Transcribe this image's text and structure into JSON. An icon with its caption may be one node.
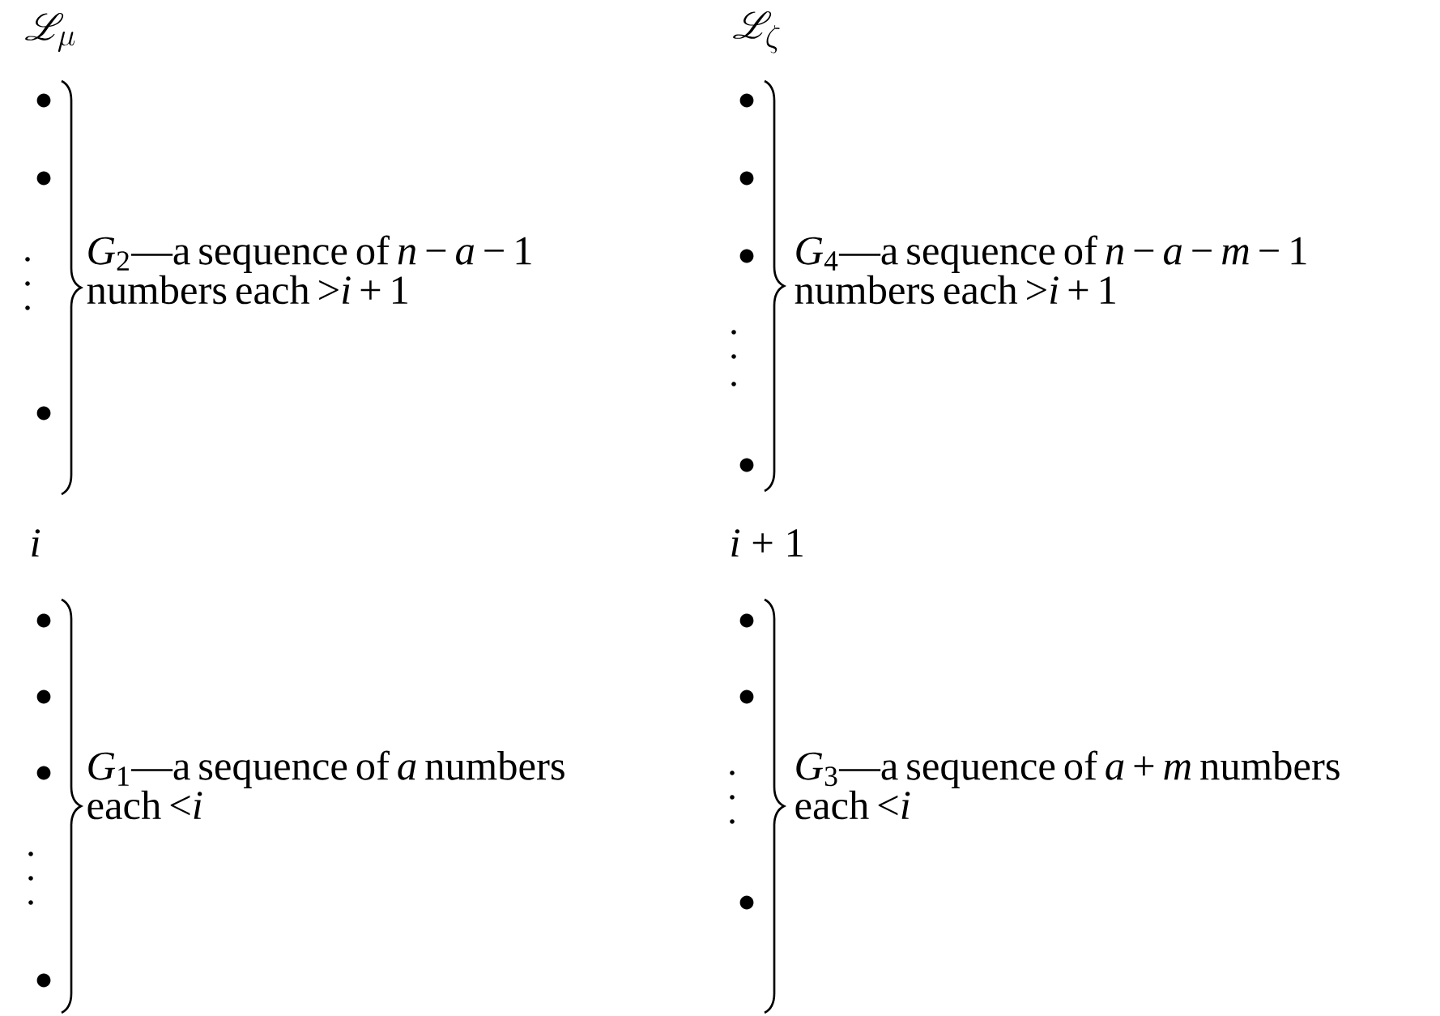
{
  "diagram": {
    "labels": [
      "\\mathscr{L}_{\\mu}",
      "\\mathscr{L}_{\\zeta}",
      "*G*$_{2}$—a sequence of *n* − *a* − 1 numbers each >*i* + 1",
      "*G*$_{4}$—a sequence of *n* − *a* − *m* − 1 numbers each >*i* + 1",
      "i",
      "*i* + 1",
      "*G*$_{1}$—a sequence of *a* numbers each <*i*",
      "*G*$_{3}$—a sequence of *a* + *m* numbers each <*i*"
    ]
  }
}
